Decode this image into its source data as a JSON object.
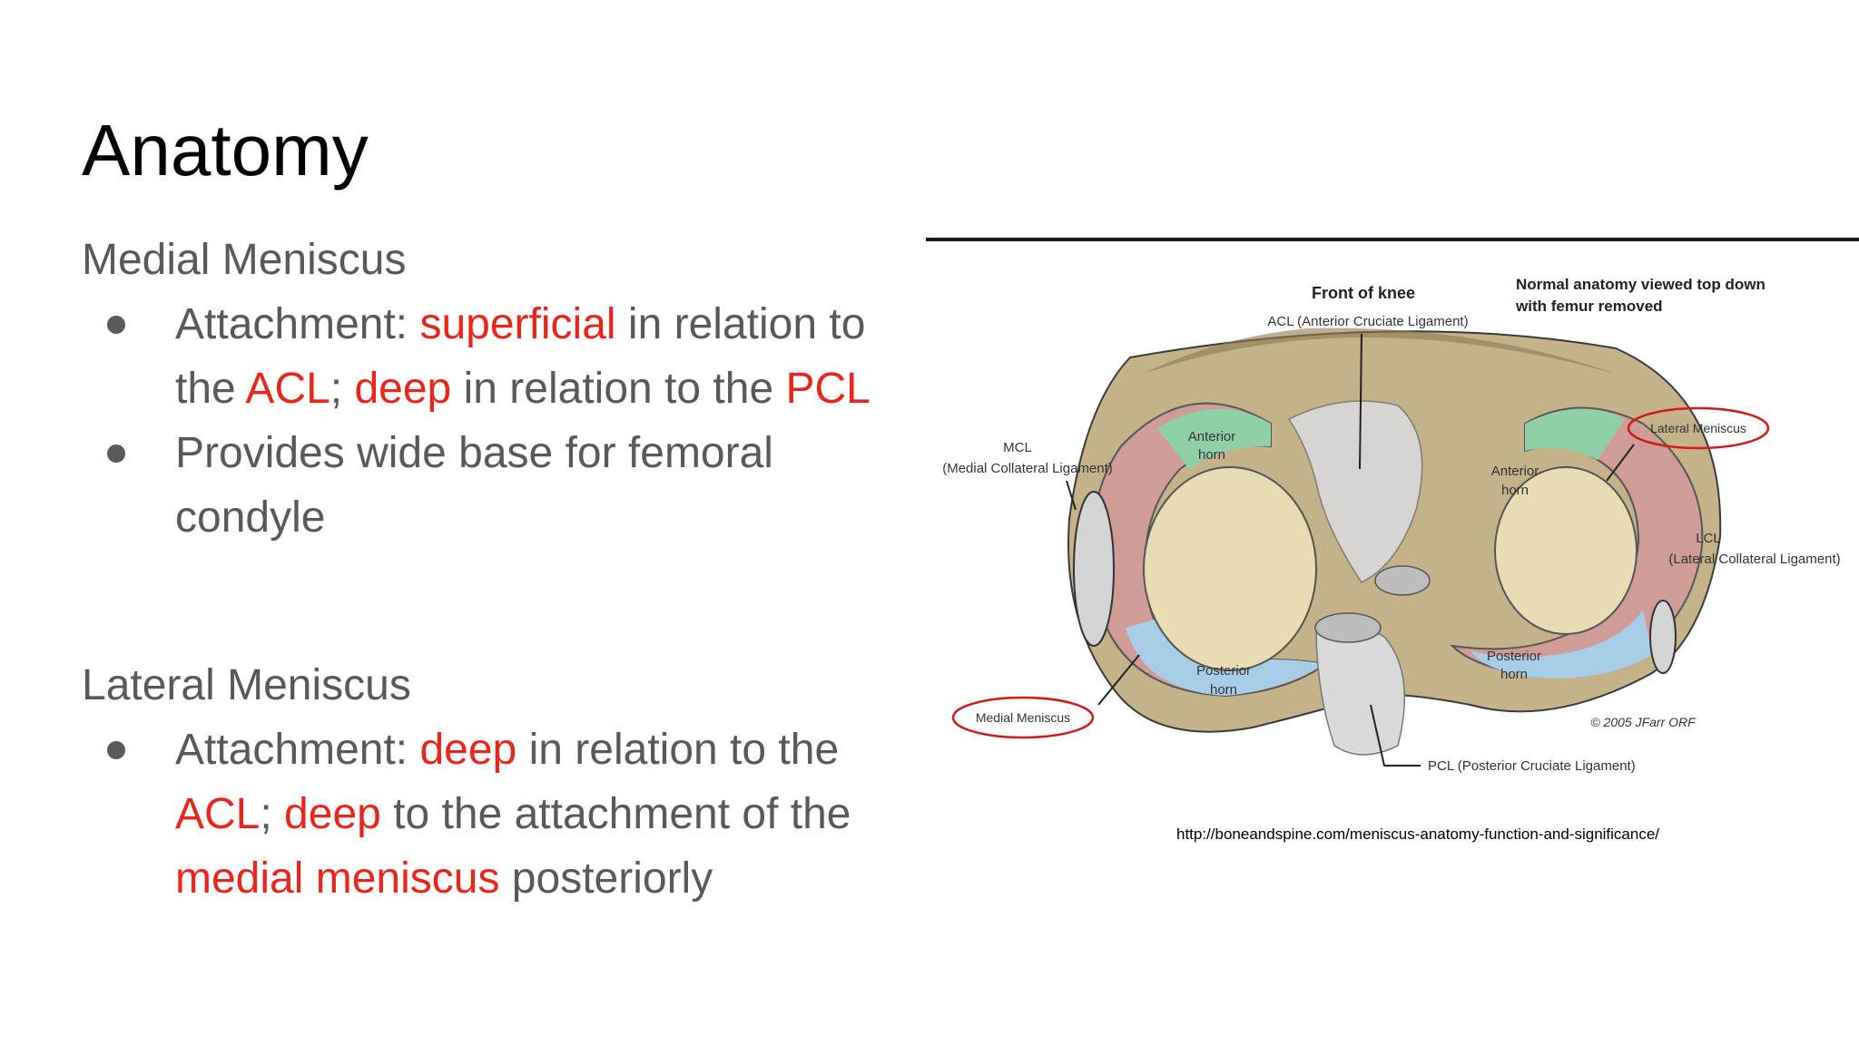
{
  "slide": {
    "title": "Anatomy",
    "sections": [
      {
        "heading": "Medial Meniscus",
        "bullets": [
          {
            "parts": [
              "Attachment: ",
              "superficial",
              " in relation to the ",
              "ACL",
              "; ",
              "deep",
              " in relation to the ",
              "PCL"
            ]
          },
          {
            "parts": [
              "Provides wide base for femoral condyle"
            ]
          }
        ]
      },
      {
        "heading": "Lateral Meniscus",
        "bullets": [
          {
            "parts": [
              "Attachment: ",
              "deep",
              " in relation to the ",
              "ACL",
              "; ",
              "deep",
              " to the attachment of the ",
              "medial meniscus",
              " posteriorly"
            ]
          }
        ]
      }
    ],
    "highlight_color": "#e8261b",
    "text_color": "#595959"
  },
  "figure": {
    "labels": {
      "front": "Front of knee",
      "view_line1": "Normal anatomy viewed top down",
      "view_line2": "with femur removed",
      "acl": "ACL (Anterior Cruciate Ligament)",
      "mcl_line1": "MCL",
      "mcl_line2": "(Medial Collateral Ligament)",
      "lateral_meniscus": "Lateral Meniscus",
      "lcl_line1": "LCL",
      "lcl_line2": "(Lateral Collateral Ligament)",
      "medial_meniscus": "Medial Meniscus",
      "anterior": "Anterior",
      "posterior": "Posterior",
      "horn": "horn",
      "pcl": "PCL (Posterior Cruciate Ligament)",
      "copyright": "© 2005 JFarr ORF"
    },
    "source_url": "http://boneandspine.com/meniscus-anatomy-function-and-significance/"
  }
}
